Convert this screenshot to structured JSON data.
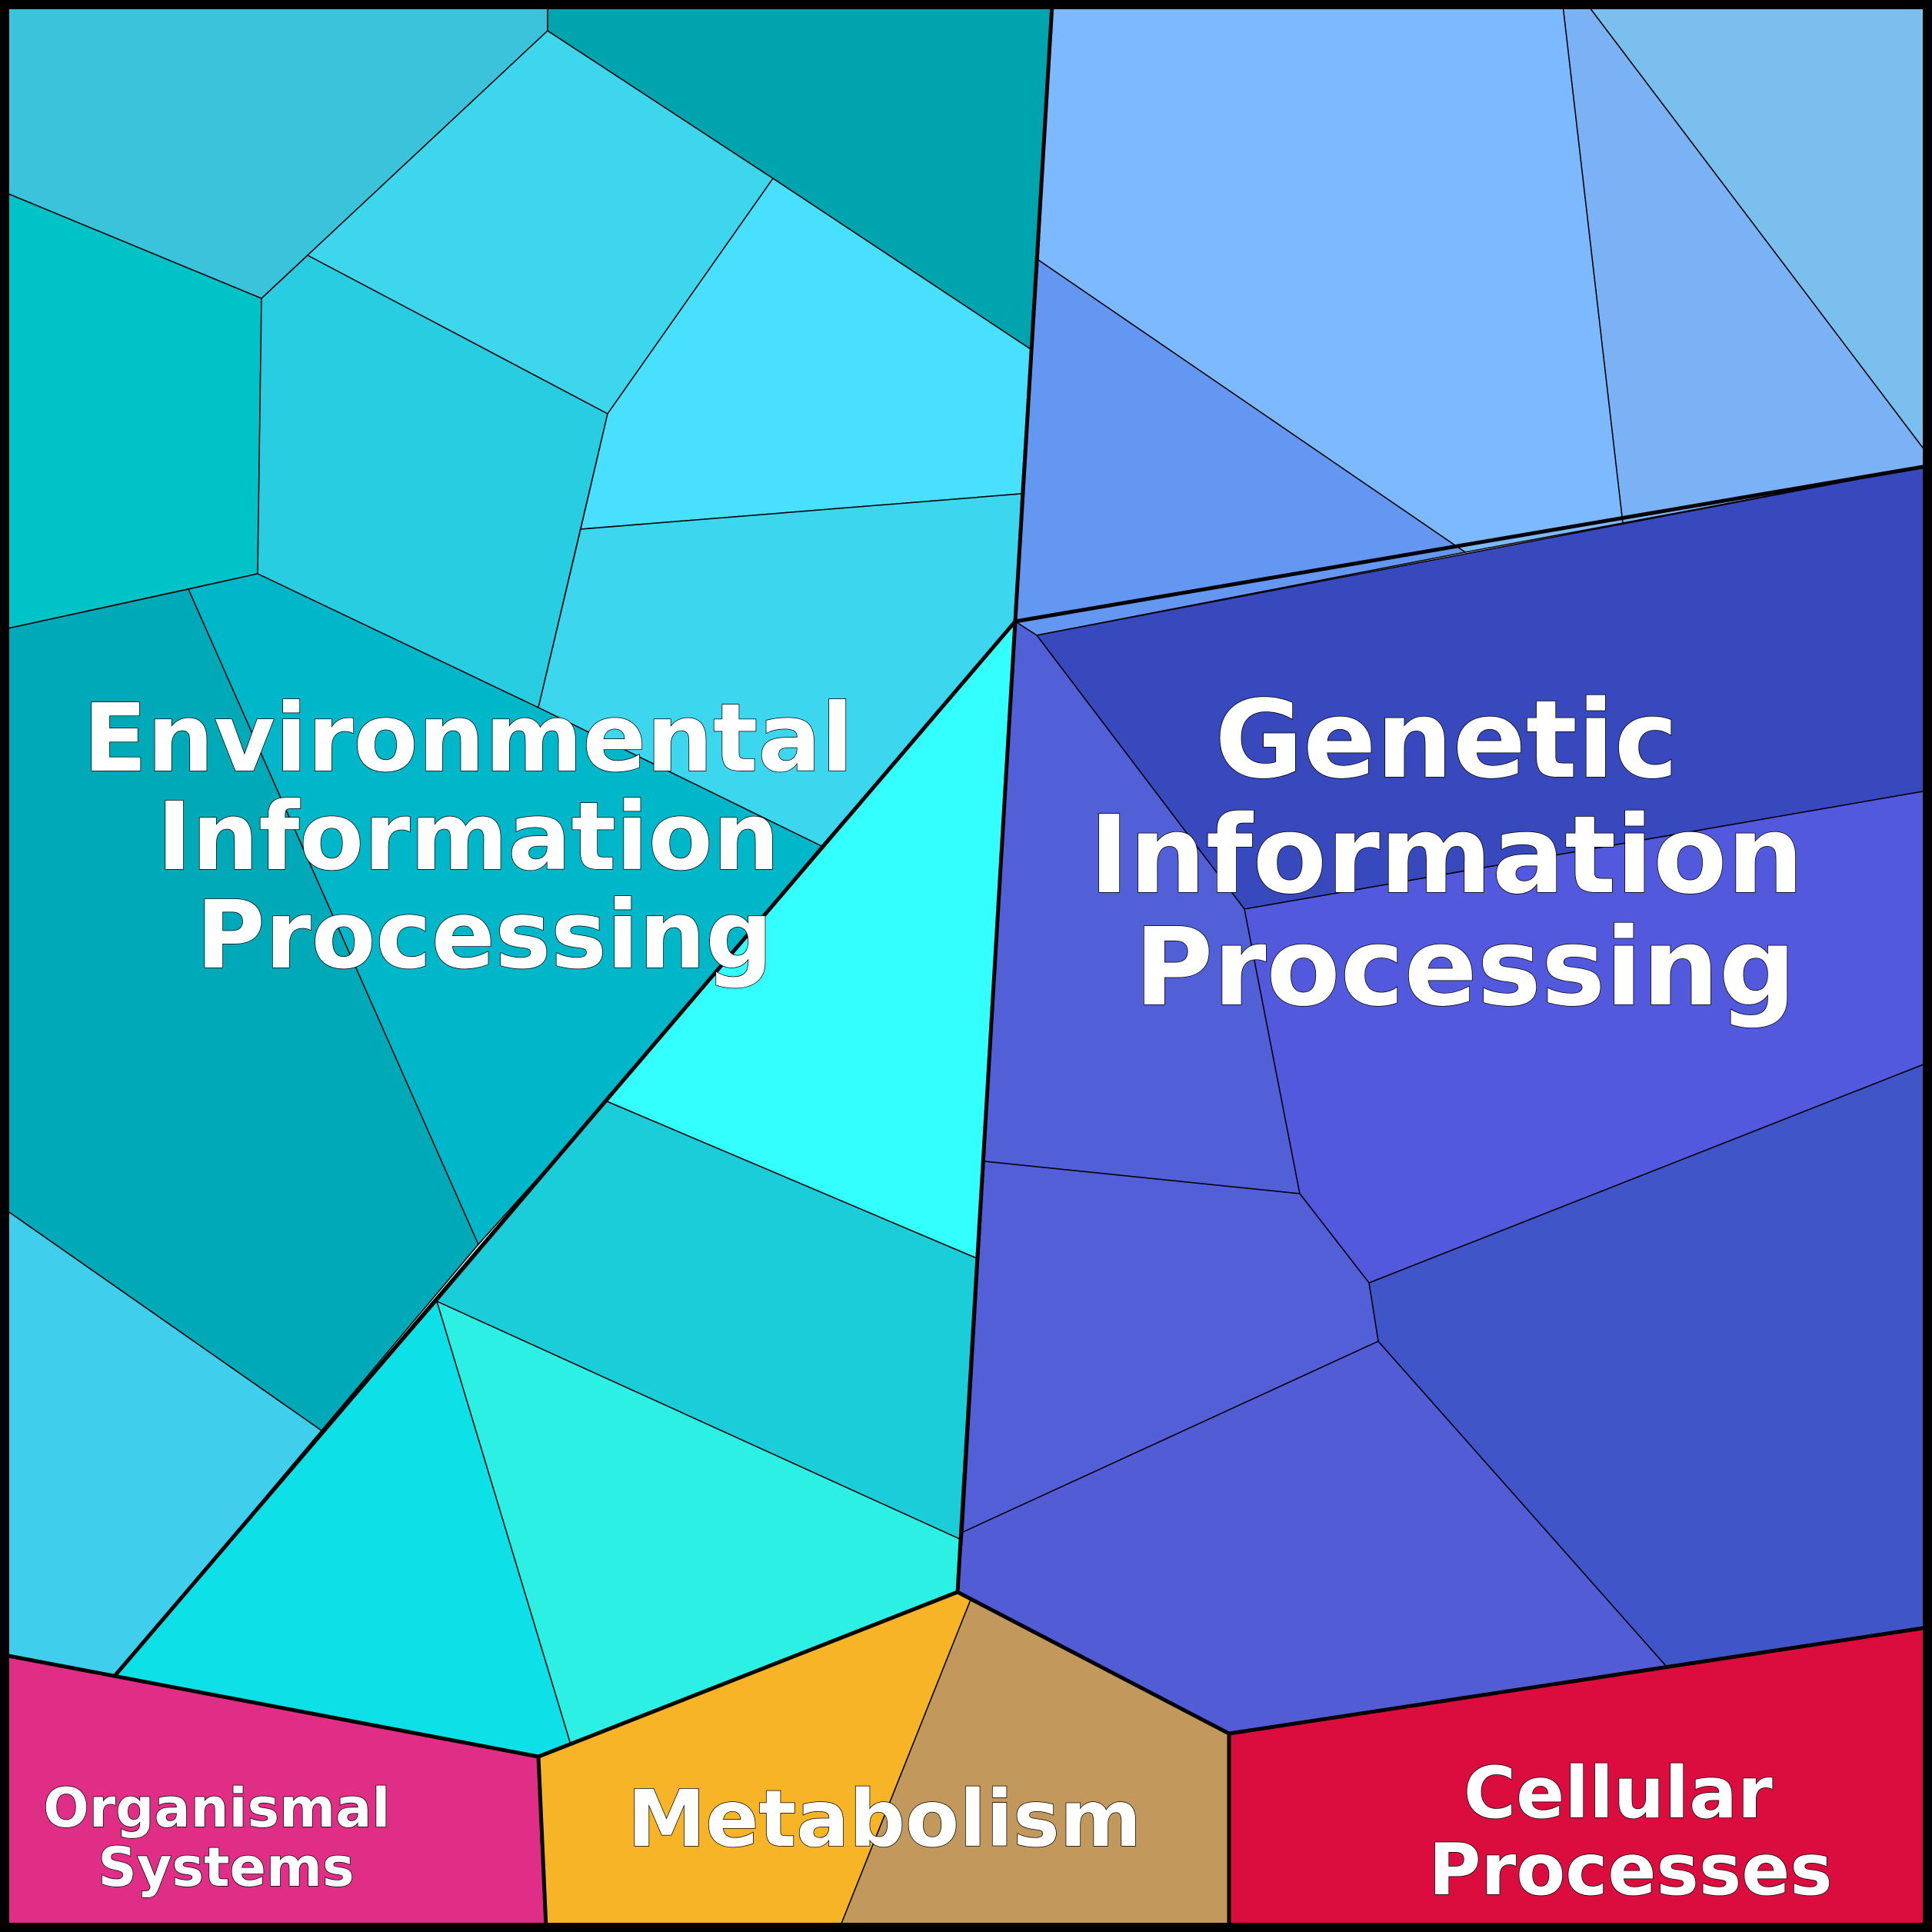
{
  "groups": [
    {
      "id": "env",
      "label_lines": [
        "Environmental",
        "Information",
        "Processing"
      ],
      "label_size": "large"
    },
    {
      "id": "gen",
      "label_lines": [
        "Genetic",
        "Information",
        "Processing"
      ],
      "label_size": "xlarge"
    },
    {
      "id": "org",
      "label_lines": [
        "Organismal",
        "Systems"
      ],
      "label_size": "small"
    },
    {
      "id": "met",
      "label_lines": [
        "Metabolism"
      ],
      "label_size": "medium"
    },
    {
      "id": "cel",
      "label_lines": [
        "Cellular",
        "Processes"
      ],
      "label_size": "medium"
    }
  ],
  "colors": {
    "env": [
      "#3AC3DA",
      "#00A4AE",
      "#3DD6EC",
      "#00C3C8",
      "#29CDE1",
      "#49DFFE",
      "#3CD6EE",
      "#00A9B8",
      "#00B7CA",
      "#3FCEEB",
      "#33FFFF",
      "#1ACDD8",
      "#0DE0E6",
      "#2DF0E4"
    ],
    "gen": [
      "#7DB9FF",
      "#7AB2F5",
      "#7BBFEF",
      "#6497F1",
      "#3848BD",
      "#5260D8",
      "#5359DC",
      "#3F55C8",
      "#535FD6",
      "#525CD5"
    ],
    "org": [
      "#E02E86"
    ],
    "met": [
      "#F8B427",
      "#C3985C"
    ],
    "cel": [
      "#DB0D3F"
    ]
  }
}
